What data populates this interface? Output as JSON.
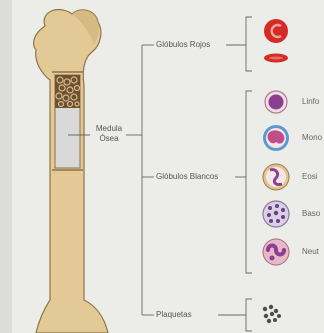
{
  "diagram": {
    "bone_label_line1": "Medula",
    "bone_label_line2": "Ósea",
    "branches": {
      "red_cells": "Glóbulos Rojos",
      "white_cells": "Glóbulos Blancos",
      "platelets": "Plaquetas"
    },
    "white_cell_types": [
      "Linfo",
      "Mono",
      "Eosi",
      "Baso",
      "Neut"
    ]
  },
  "colors": {
    "bone": "#e3c995",
    "bone_outline": "#8d7448",
    "marrow": "#d9d9d9",
    "red_cell": "#d42b25",
    "purple_nucleus": "#8a3f8f",
    "line": "#666666"
  }
}
